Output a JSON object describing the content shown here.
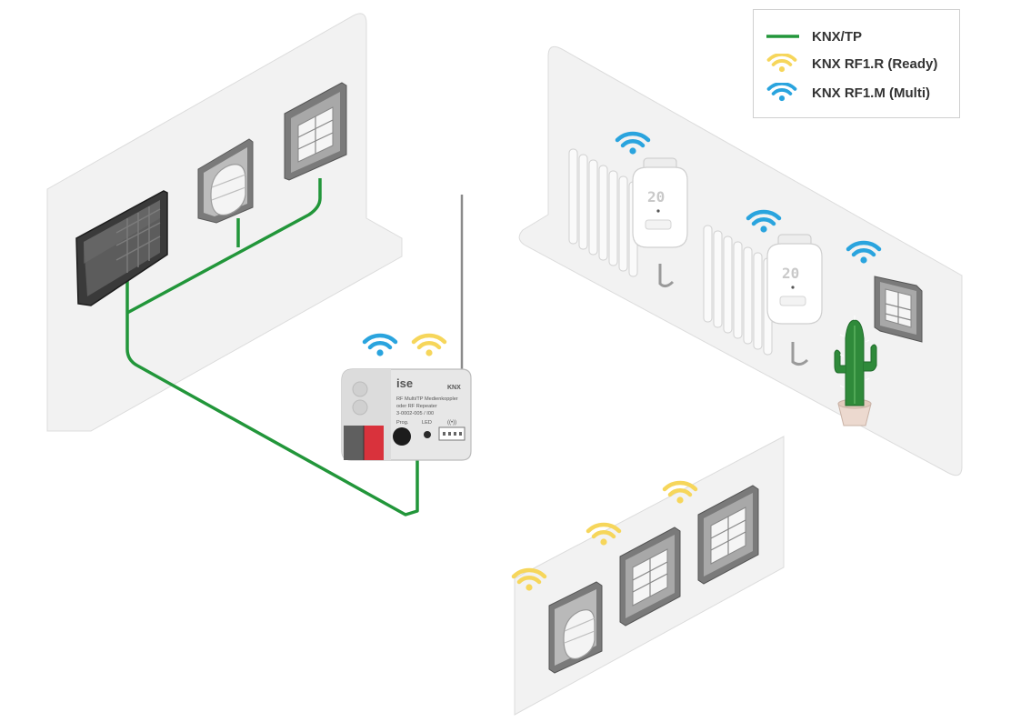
{
  "legend": {
    "items": [
      {
        "label": "KNX/TP",
        "type": "line",
        "color": "#22963a"
      },
      {
        "label": "KNX RF1.R (Ready)",
        "type": "wifi",
        "color": "#f6d65b"
      },
      {
        "label": "KNX RF1.M (Multi)",
        "type": "wifi",
        "color": "#2aa4de"
      }
    ]
  },
  "colors": {
    "tp_line": "#22963a",
    "rf_ready": "#f6d65b",
    "rf_multi": "#2aa4de",
    "coupler_red": "#d9323c"
  },
  "coupler": {
    "brand": "ise",
    "logo": "KNX",
    "title_line1": "RF Multi/TP Medienkoppler",
    "title_line2": "oder RF Repeater",
    "part_number": "3-0002-005 / I00",
    "prog_label": "Prog.",
    "led_label": "LED"
  },
  "thermostats": {
    "display_value": "20"
  },
  "icons": [
    "wifi-icon",
    "touch-panel-icon",
    "motion-detector-icon",
    "push-button-icon",
    "radiator-icon",
    "thermostat-icon",
    "cactus-icon",
    "antenna-icon"
  ]
}
